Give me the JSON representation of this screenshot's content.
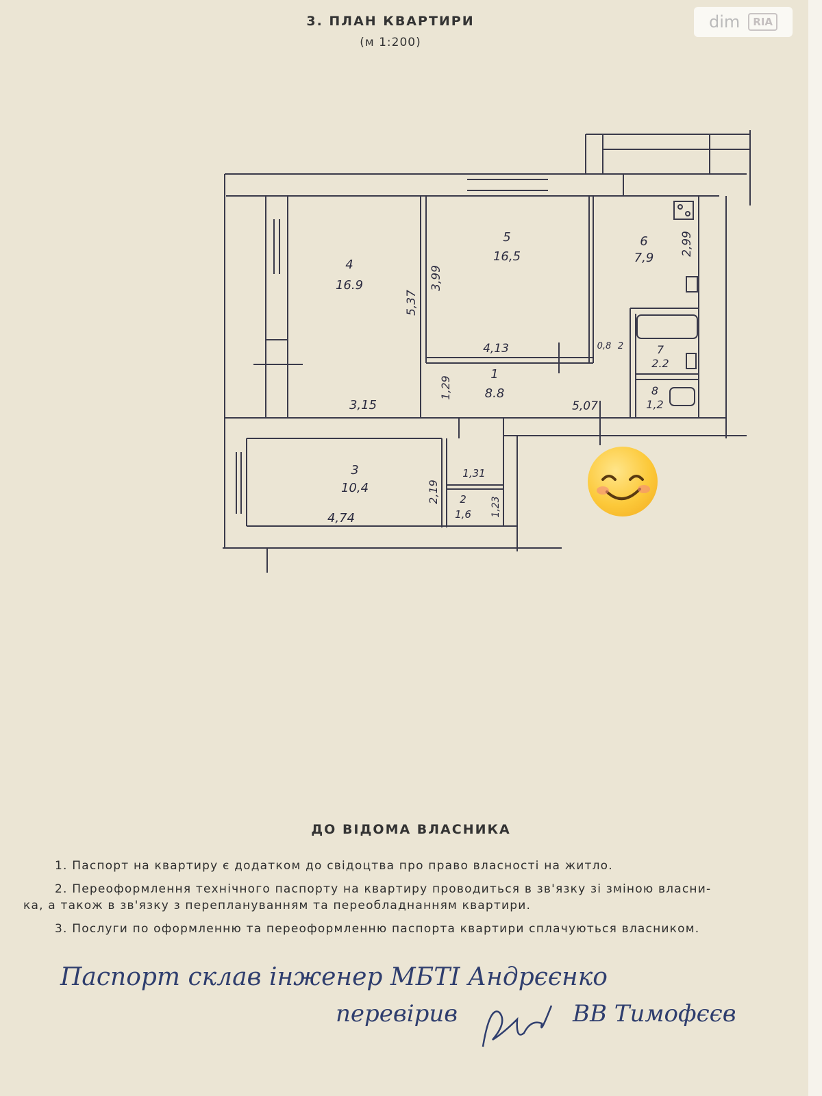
{
  "watermark": {
    "dim": "dim",
    "ria": "RIA"
  },
  "header": {
    "title": "3. ПЛАН КВАРТИРИ",
    "scale": "(м 1:200)"
  },
  "rooms": [
    {
      "number": "4",
      "area": "16.9"
    },
    {
      "number": "5",
      "area": "16,5"
    },
    {
      "number": "6",
      "area": "7,9"
    },
    {
      "number": "1",
      "area": "8.8"
    },
    {
      "number": "7",
      "area": "2.2"
    },
    {
      "number": "8",
      "area": "1,2"
    },
    {
      "number": "3",
      "area": "10,4"
    },
    {
      "number": "2",
      "area": "1,6"
    }
  ],
  "dimensions": [
    "5,37",
    "3,99",
    "2,99",
    "4,13",
    "0,8",
    "2",
    "1,29",
    "3,15",
    "5,07",
    "1,31",
    "2,19",
    "4,74",
    "1,23"
  ],
  "notice": {
    "heading": "ДО ВІДОМА ВЛАСНИКА",
    "line1": "1. Паспорт на квартиру є додатком до свідоцтва про право власності на житло.",
    "line2": "2. Переоформлення технічного паспорту на квартиру проводиться в зв'язку зі зміною власни-",
    "line3": "ка, а також в зв'язку з переплануванням та переобладнанням квартири.",
    "line4": "3. Послуги по оформленню та переоформленню паспорта квартири сплачуються власником."
  },
  "handwriting": {
    "line1": "Паспорт склав інженер МБТІ Андрєєнко",
    "line2": "перевірив",
    "line3": "ВВ Тимофєєв"
  },
  "colors": {
    "paper": "#ebe5d4",
    "ink": "#2b2b40",
    "handwriting": "#2f3e6e"
  }
}
